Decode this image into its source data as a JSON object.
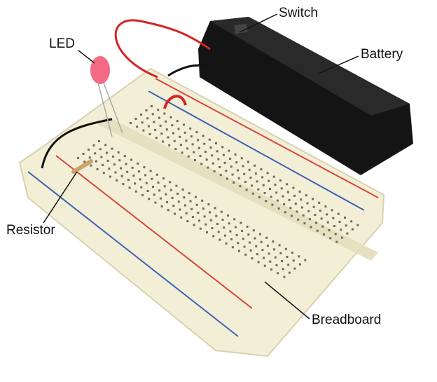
{
  "labels": {
    "switch": "Switch",
    "led": "LED",
    "battery": "Battery",
    "resistor": "Resistor",
    "breadboard": "Breadboard"
  },
  "colors": {
    "board": "#f3efd6",
    "battery": "#141414",
    "rail_red": "#d8453c",
    "rail_blue": "#3b63b5",
    "led": "#f0506e",
    "wire_red": "#d42424"
  }
}
